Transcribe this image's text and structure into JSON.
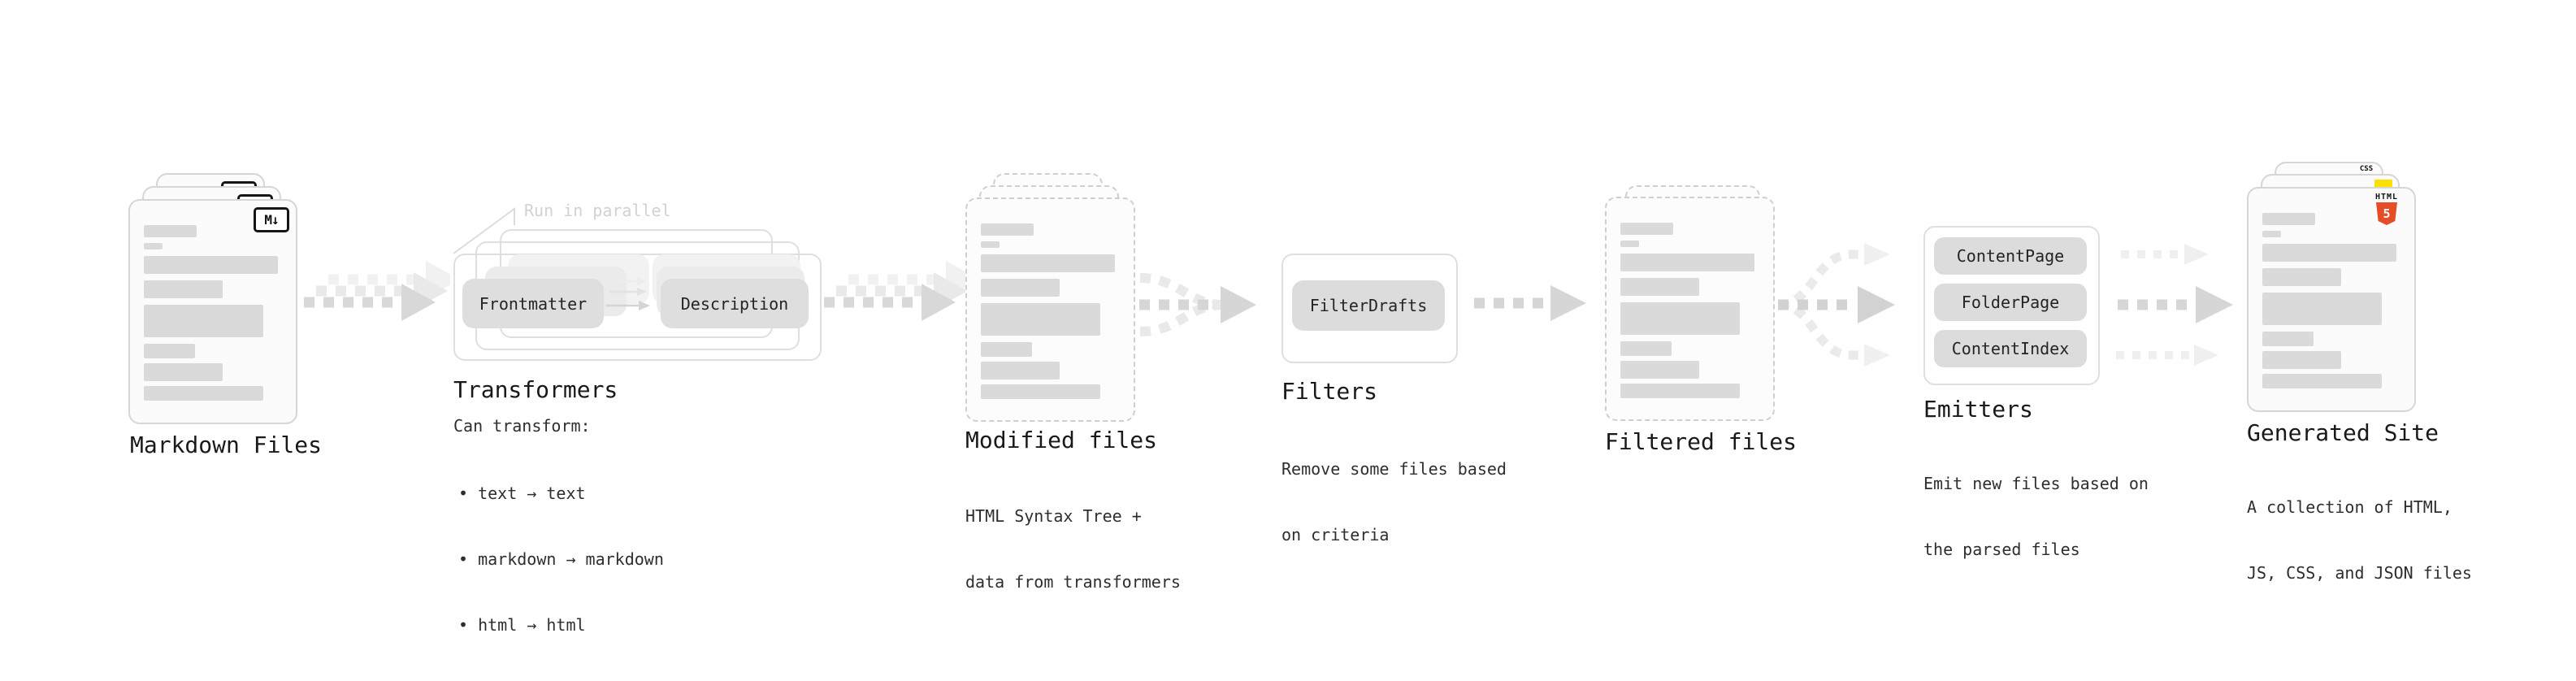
{
  "pipeline": {
    "markdown_files": {
      "label": "Markdown Files",
      "icon_text": "M↓"
    },
    "transformers": {
      "heading": "Transformers",
      "note": "Run in parallel",
      "chips": [
        "Frontmatter",
        "Description"
      ],
      "desc_title": "Can transform:",
      "bullets": [
        "• text → text",
        "• markdown → markdown",
        "• html → html"
      ]
    },
    "modified_files": {
      "label": "Modified files",
      "desc_line1": "HTML Syntax Tree +",
      "desc_line2": "data from transformers"
    },
    "filters": {
      "heading": "Filters",
      "chip": "FilterDrafts",
      "desc_line1": "Remove some files based",
      "desc_line2": "on criteria"
    },
    "filtered_files": {
      "label": "Filtered files"
    },
    "emitters": {
      "heading": "Emitters",
      "chips": [
        "ContentPage",
        "FolderPage",
        "ContentIndex"
      ],
      "desc_line1": "Emit new files based on",
      "desc_line2": "the parsed files"
    },
    "generated_site": {
      "label": "Generated Site",
      "desc_line1": "A collection of HTML,",
      "desc_line2": "JS, CSS, and JSON files",
      "html_badge_label": "HTML",
      "html_badge_number": "5",
      "css_badge_label": "CSS"
    }
  },
  "colors": {
    "html5_orange": "#e44d26",
    "js_yellow": "#ffdf00",
    "css_blue": "#2f6be4",
    "arrow_gray": "#d6d6d6",
    "chip_gray": "#dcdcdc"
  }
}
